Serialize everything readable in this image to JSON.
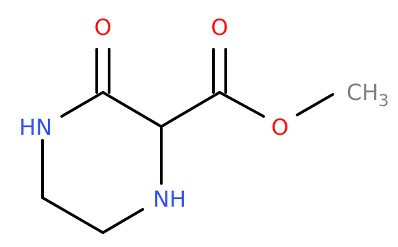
{
  "colors": {
    "background": "#ffffff",
    "bond": "#000000",
    "oxygen": "#ff0d0d",
    "nitrogen": "#3050f8",
    "carbon_label": "#808080"
  },
  "atoms": {
    "ketone_o": "O",
    "carbonyl_o": "O",
    "ester_o": "O",
    "amide_nh": "HN",
    "ring_nh": "NH",
    "methyl_c": "CH",
    "methyl_sub": "3"
  }
}
